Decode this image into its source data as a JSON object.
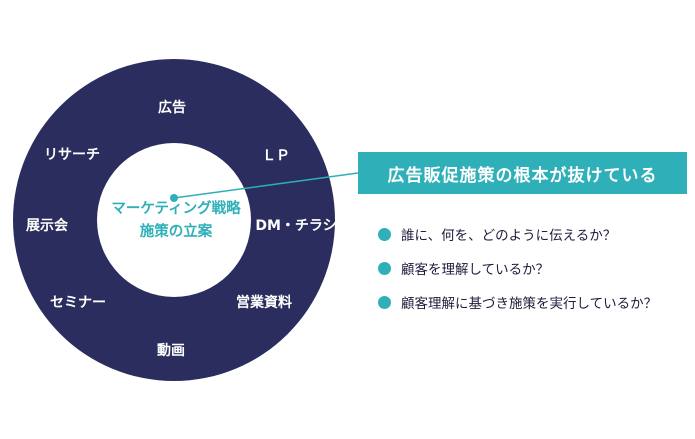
{
  "colors": {
    "ring": "#2b2d5e",
    "accent": "#2fb0b8",
    "text": "#1d1d3c"
  },
  "ring_items": [
    "広告",
    "ＬＰ",
    "DM・チラシ",
    "営業資料",
    "動画",
    "セミナー",
    "展示会",
    "リサーチ"
  ],
  "center": {
    "line1": "マーケティング戦略",
    "line2": "施策の立案"
  },
  "banner": "広告販促施策の根本が抜けている",
  "bullets": [
    "誰に、何を、どのように伝えるか？",
    "顧客を理解しているか？",
    "顧客理解に基づき施策を実行しているか？"
  ]
}
